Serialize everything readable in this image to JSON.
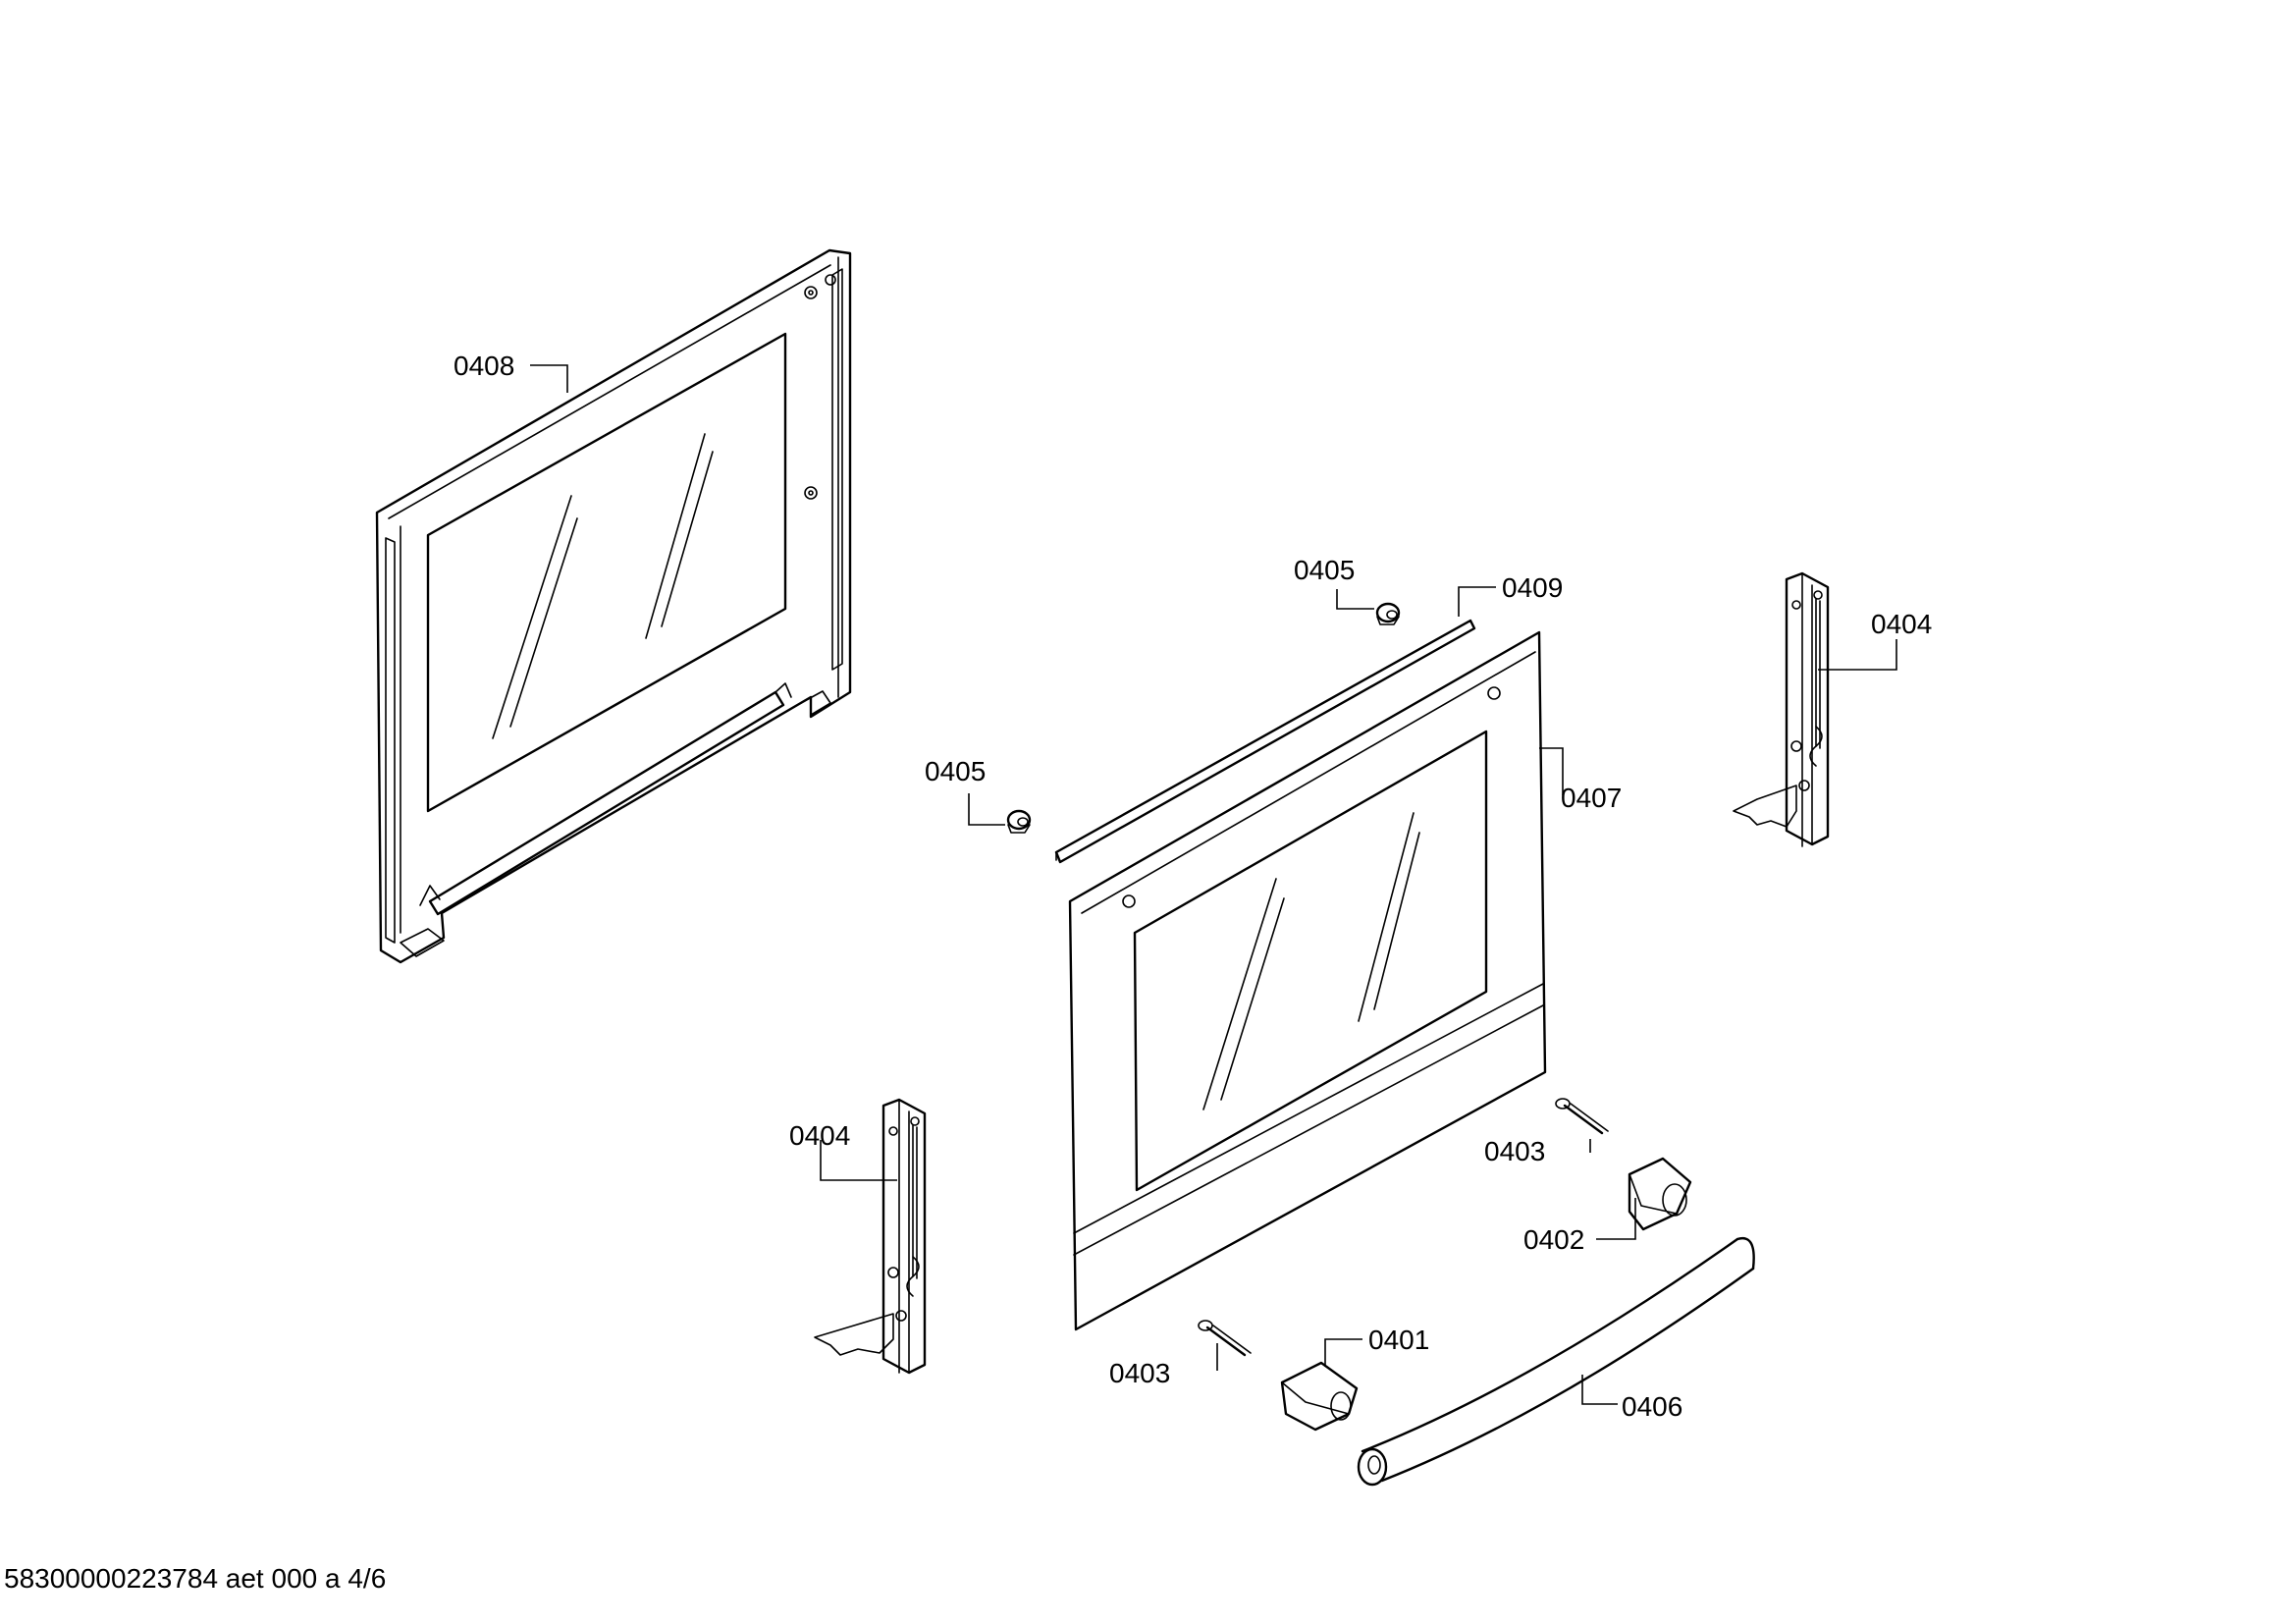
{
  "labels": {
    "p0408": "0408",
    "p0405a": "0405",
    "p0409": "0409",
    "p0404a": "0404",
    "p0405b": "0405",
    "p0407": "0407",
    "p0404b": "0404",
    "p0403a": "0403",
    "p0402": "0402",
    "p0401": "0401",
    "p0403b": "0403",
    "p0406": "0406"
  },
  "footer": "58300000223784 aet 000 a 4/6"
}
